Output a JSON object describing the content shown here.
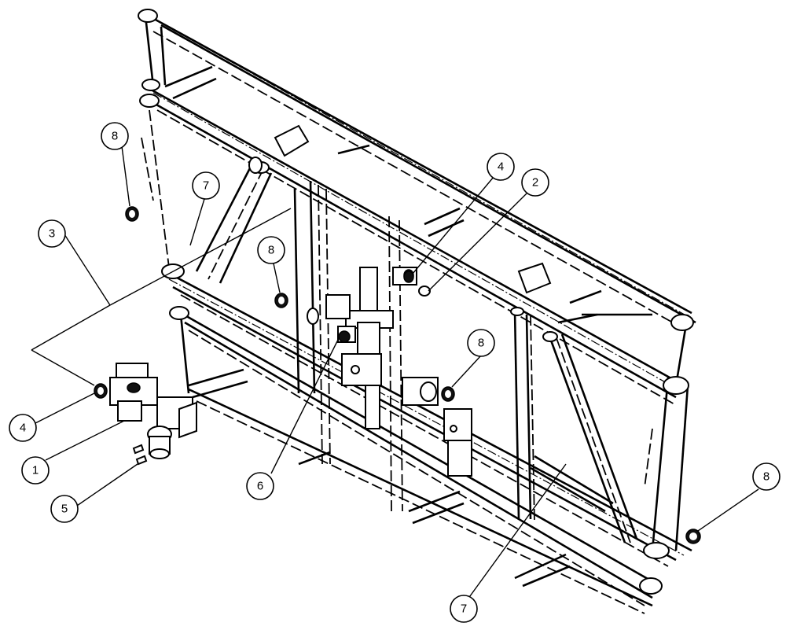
{
  "callouts": [
    {
      "id": "c1",
      "label": "1"
    },
    {
      "id": "c2",
      "label": "2"
    },
    {
      "id": "c3",
      "label": "3"
    },
    {
      "id": "c4a",
      "label": "4"
    },
    {
      "id": "c4b",
      "label": "4"
    },
    {
      "id": "c5",
      "label": "5"
    },
    {
      "id": "c6",
      "label": "6"
    },
    {
      "id": "c7a",
      "label": "7"
    },
    {
      "id": "c7b",
      "label": "7"
    },
    {
      "id": "c8a",
      "label": "8"
    },
    {
      "id": "c8b",
      "label": "8"
    },
    {
      "id": "c8c",
      "label": "8"
    },
    {
      "id": "c8d",
      "label": "8"
    }
  ]
}
